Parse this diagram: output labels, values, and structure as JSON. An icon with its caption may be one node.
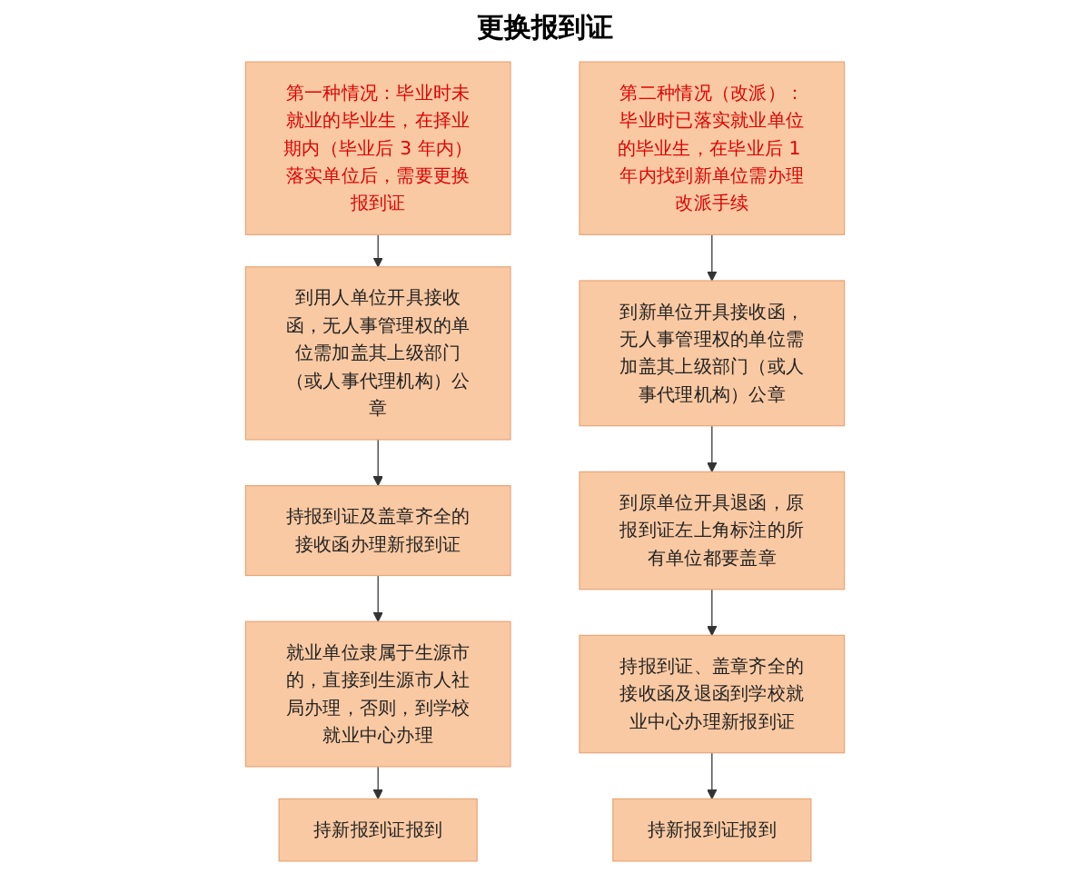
{
  "diagram": {
    "title": "更换报到证",
    "nodes": [
      {
        "text": [
          "第一种情况：毕业时未就业的毕业生，在择业期内（毕业后 3 年内）落实单位后，需要更换报到证"
        ]
      },
      {
        "text": [
          "到用人单位开具接收函，无人事管理权的单位需加盖其上级部门（或人事代理机构）公章"
        ]
      },
      {
        "text": [
          "持报到证及盖章齐全的接收函办理新报到证"
        ]
      },
      {
        "text": [
          "就业单位隶属于生源市的，直接到生源市人社局办理，否则，到学校就业中心办理"
        ]
      },
      {
        "text": [
          "持新报到证报到"
        ]
      },
      {
        "text": [
          "第二种情况（改派）：毕业时已落实就业单位的毕业生，在毕业后 1 年内找到新单位需办理改派手续"
        ]
      },
      {
        "text": [
          "到新单位开具接收函，无人事管理权的单位需加盖其上级部门（或人事代理机构）公章"
        ]
      },
      {
        "text": [
          "到原单位开具退函，原报到证左上角标注的所有单位都要盖章"
        ]
      },
      {
        "text": [
          "持报到证、盖章齐全的接收函及退函到学校就业中心办理新报到证"
        ]
      },
      {
        "text": [
          "持新报到证报到"
        ]
      }
    ],
    "edges": [
      {
        "from": 0,
        "to": 1,
        "arrow": "to"
      },
      {
        "from": 1,
        "to": 2,
        "arrow": "to"
      },
      {
        "from": 2,
        "to": 3,
        "arrow": "to"
      },
      {
        "from": 3,
        "to": 4,
        "arrow": "to"
      },
      {
        "from": 5,
        "to": 6,
        "arrow": "to"
      },
      {
        "from": 6,
        "to": 7,
        "arrow": "to"
      },
      {
        "from": 7,
        "to": 8,
        "arrow": "to"
      },
      {
        "from": 8,
        "to": 9,
        "arrow": "to"
      }
    ]
  }
}
